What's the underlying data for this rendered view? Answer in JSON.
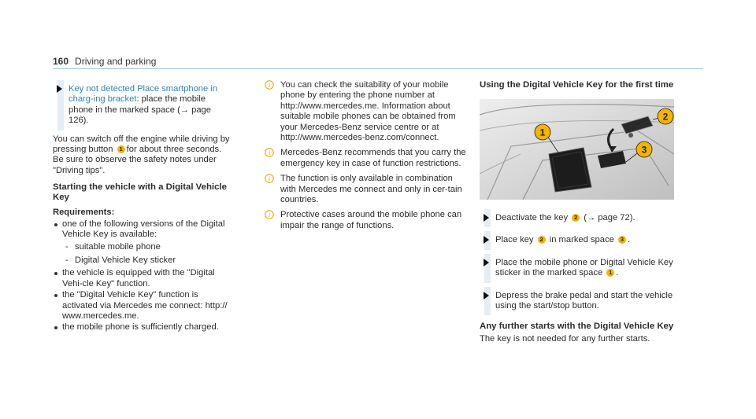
{
  "header": {
    "page_number": "160",
    "section": "Driving and parking"
  },
  "col1": {
    "step_link": "Key not detected Place smartphone in charg-ing bracket",
    "step_rest_1": ": place the mobile phone in the marked space (",
    "step_arrow": "→",
    "step_page": " page 126).",
    "para_1": "You can switch off the engine while driving by pressing button",
    "para_2": "for about three seconds. Be sure to observe the safety notes under \"Driving tips\".",
    "heading": "Starting the vehicle with a Digital Vehicle Key",
    "req_label": "Requirements:",
    "req_1": "one of the following versions of the Digital Vehicle Key is available:",
    "req_1a": "suitable mobile phone",
    "req_1b": "Digital Vehicle Key sticker",
    "req_2": "the vehicle is equipped with the \"Digital Vehi-cle Key\" function.",
    "req_3": "the \"Digital Vehicle Key\" function is activated via Mercedes me connect: http:// www.mercedes.me.",
    "req_4": "the mobile phone is sufficiently charged."
  },
  "col2": {
    "note_1": "You can check the suitability of your mobile phone by entering the phone number at http://www.mercedes.me. Information about suitable mobile phones can be obtained from your Mercedes-Benz service centre or at http://www.mercedes-benz.com/connect.",
    "note_2": "Mercedes-Benz recommends that you carry the emergency key in case of function restrictions.",
    "note_3": "The function is only available in combination with Mercedes me connect and only in cer-tain countries.",
    "note_4": "Protective cases around the mobile phone can impair the range of functions."
  },
  "col3": {
    "heading": "Using the Digital Vehicle Key for the first time",
    "callouts": [
      "1",
      "2",
      "3"
    ],
    "step_1a": "Deactivate the key",
    "step_1b": "(",
    "step_1_arrow": "→",
    "step_1c": " page 72).",
    "step_2a": "Place key",
    "step_2b": "in marked space",
    "step_2c": ".",
    "step_3a": "Place the mobile phone or Digital Vehicle Key sticker in the marked space",
    "step_3b": ".",
    "step_4": "Depress the brake pedal and start the vehicle using the start/stop button.",
    "heading_2": "Any further starts with the Digital Vehicle Key",
    "para": "The key is not needed for any further starts."
  },
  "callout_numbers": {
    "one": "1",
    "two": "2",
    "three": "3"
  },
  "colors": {
    "link": "#2d86ad",
    "callout": "#f4b400",
    "step_bar": "#e2eef3",
    "rule": "#9cc2d3"
  }
}
